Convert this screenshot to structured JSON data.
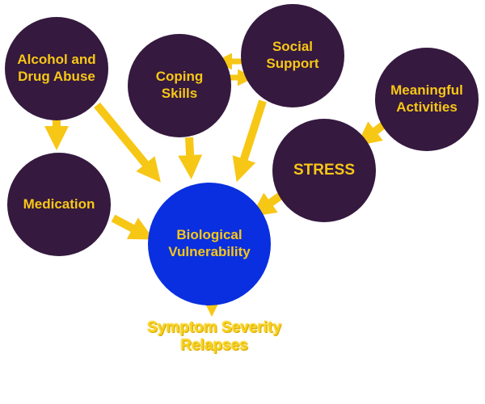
{
  "colors": {
    "node_fill": "#35193f",
    "bio_fill": "#0a2fe0",
    "label_text": "#f7c716",
    "arrow": "#f7c716"
  },
  "nodes": {
    "alcohol": "Alcohol and\nDrug Abuse",
    "coping": "Coping\nSkills",
    "social": "Social\nSupport",
    "meaningful": "Meaningful\nActivities",
    "medication": "Medication",
    "stress": "STRESS",
    "biological": "Biological\nVulnerability"
  },
  "outcome": "Symptom Severity\nRelapses"
}
